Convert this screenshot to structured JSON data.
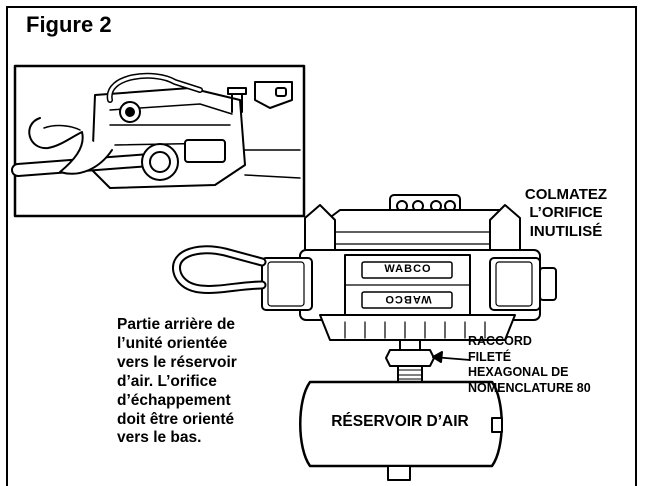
{
  "figure": {
    "title": "Figure 2"
  },
  "labels": {
    "plug": [
      "COLMATEZ",
      "L’ORIFICE",
      "INUTILISÉ"
    ],
    "rear": [
      "Partie arrière de",
      "l’unité orientée",
      "vers le réservoir",
      "d’air.  L’orifice",
      "d’échappement",
      "doit être orienté",
      "vers le bas."
    ],
    "fitting": [
      "RACCORD",
      "FILETÉ",
      "HEXAGONAL DE",
      "NOMENCLATURE 80"
    ],
    "tank": "RÉSERVOIR D’AIR",
    "brand_top": "WABCO",
    "brand_bottom": "WABCO"
  }
}
